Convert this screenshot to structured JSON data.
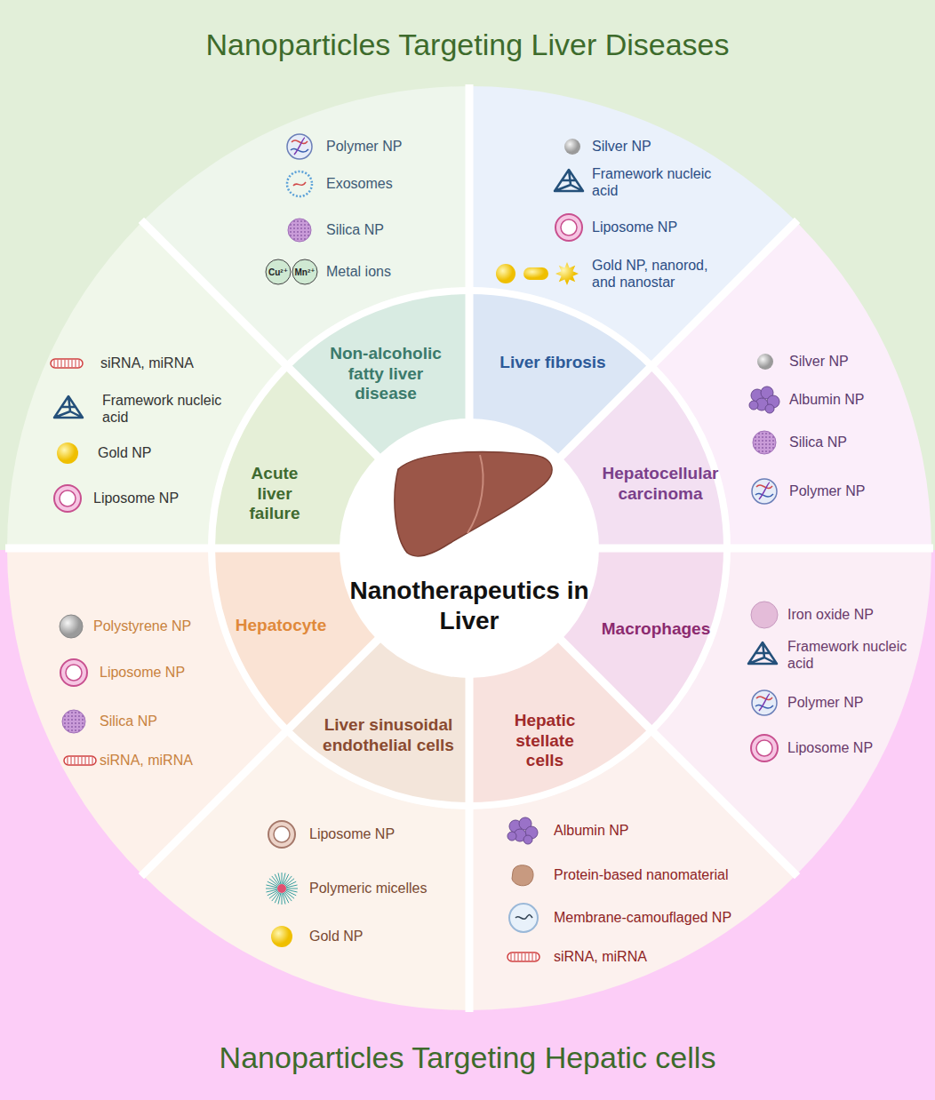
{
  "diagram": {
    "nodes": [
      {
        "text": [
          "Nanoparticles Targeting Liver Diseases"
        ]
      },
      {
        "text": [
          "Nanoparticles Targeting Hepatic cells"
        ]
      },
      {
        "text": [
          "Nanotherapeutics in Liver"
        ]
      },
      {
        "text": [
          "Non-alcoholic fatty liver disease"
        ]
      },
      {
        "text": [
          "Polymer NP",
          "Exosomes",
          "Silica NP",
          "Metal ions"
        ]
      },
      {
        "text": [
          "Liver fibrosis"
        ]
      },
      {
        "text": [
          "Silver NP",
          "Framework nucleic acid",
          "Liposome NP",
          "Gold NP, nanorod, and nanostar"
        ]
      },
      {
        "text": [
          "Hepatocellular carcinoma"
        ]
      },
      {
        "text": [
          "Silver NP",
          "Albumin NP",
          "Silica NP",
          "Polymer NP"
        ]
      },
      {
        "text": [
          "Acute liver failure"
        ]
      },
      {
        "text": [
          "siRNA, miRNA",
          "Framework nucleic acid",
          "Gold NP",
          "Liposome NP"
        ]
      },
      {
        "text": [
          "Hepatocyte"
        ]
      },
      {
        "text": [
          "Polystyrene NP",
          "Liposome NP",
          "Silica NP",
          "siRNA, miRNA"
        ]
      },
      {
        "text": [
          "Liver sinusoidal endothelial cells"
        ]
      },
      {
        "text": [
          "Liposome NP",
          "Polymeric micelles",
          "Gold NP"
        ]
      },
      {
        "text": [
          "Hepatic stellate cells"
        ]
      },
      {
        "text": [
          "Albumin NP",
          "Protein-based nanomaterial",
          "Membrane-camouflaged NP",
          "siRNA, miRNA"
        ]
      },
      {
        "text": [
          "Macrophages"
        ]
      },
      {
        "text": [
          "Iron oxide NP",
          "Framework nucleic acid",
          "Polymer NP",
          "Liposome NP"
        ]
      }
    ],
    "labels": [
      "Cu²⁺",
      "Mn²⁺"
    ]
  }
}
